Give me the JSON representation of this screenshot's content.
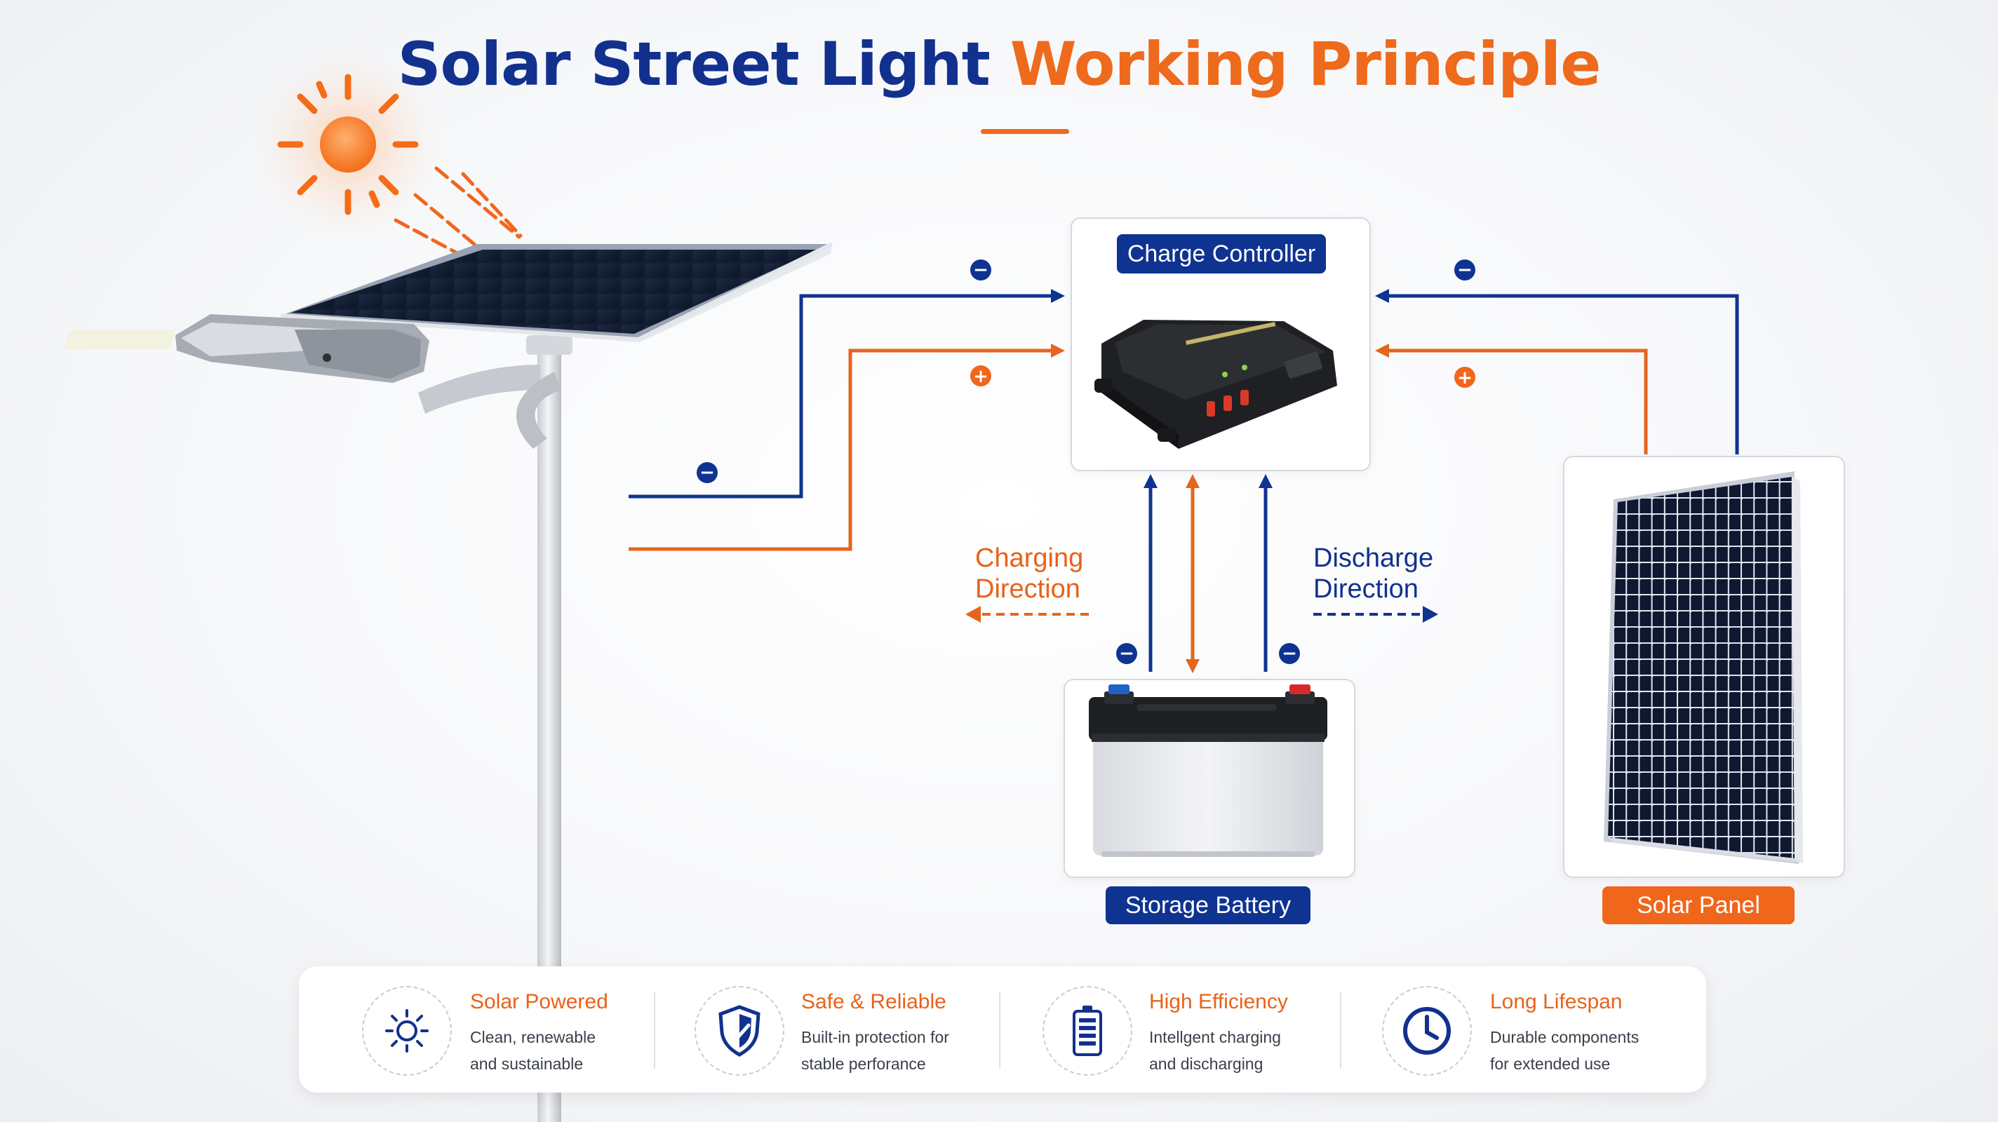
{
  "title": {
    "part1": "Solar Street Light",
    "part2": "Working Principle"
  },
  "components": {
    "controller": {
      "label": "Charge Controller"
    },
    "battery": {
      "label": "Storage Battery"
    },
    "panel": {
      "label": "Solar Panel"
    }
  },
  "directions": {
    "charging": {
      "line1": "Charging",
      "line2": "Direction"
    },
    "discharge": {
      "line1": "Discharge",
      "line2": "Direction"
    }
  },
  "symbols": {
    "negative": "−",
    "positive": "+"
  },
  "features": [
    {
      "title": "Solar Powered",
      "desc1": "Clean, renewable",
      "desc2": "and sustainable",
      "icon": "sun-icon"
    },
    {
      "title": "Safe & Reliable",
      "desc1": "Built-in protection for",
      "desc2": "stable perforance",
      "icon": "shield-check-icon"
    },
    {
      "title": "High Efficiency",
      "desc1": "Intellgent charging",
      "desc2": "and discharging",
      "icon": "battery-icon"
    },
    {
      "title": "Long Lifespan",
      "desc1": "Durable components",
      "desc2": "for extended use",
      "icon": "clock-icon"
    }
  ],
  "colors": {
    "navy": "#12318f",
    "orange": "#ee6a1c",
    "wire_navy": "#0f3391",
    "wire_orange": "#e5651d"
  }
}
